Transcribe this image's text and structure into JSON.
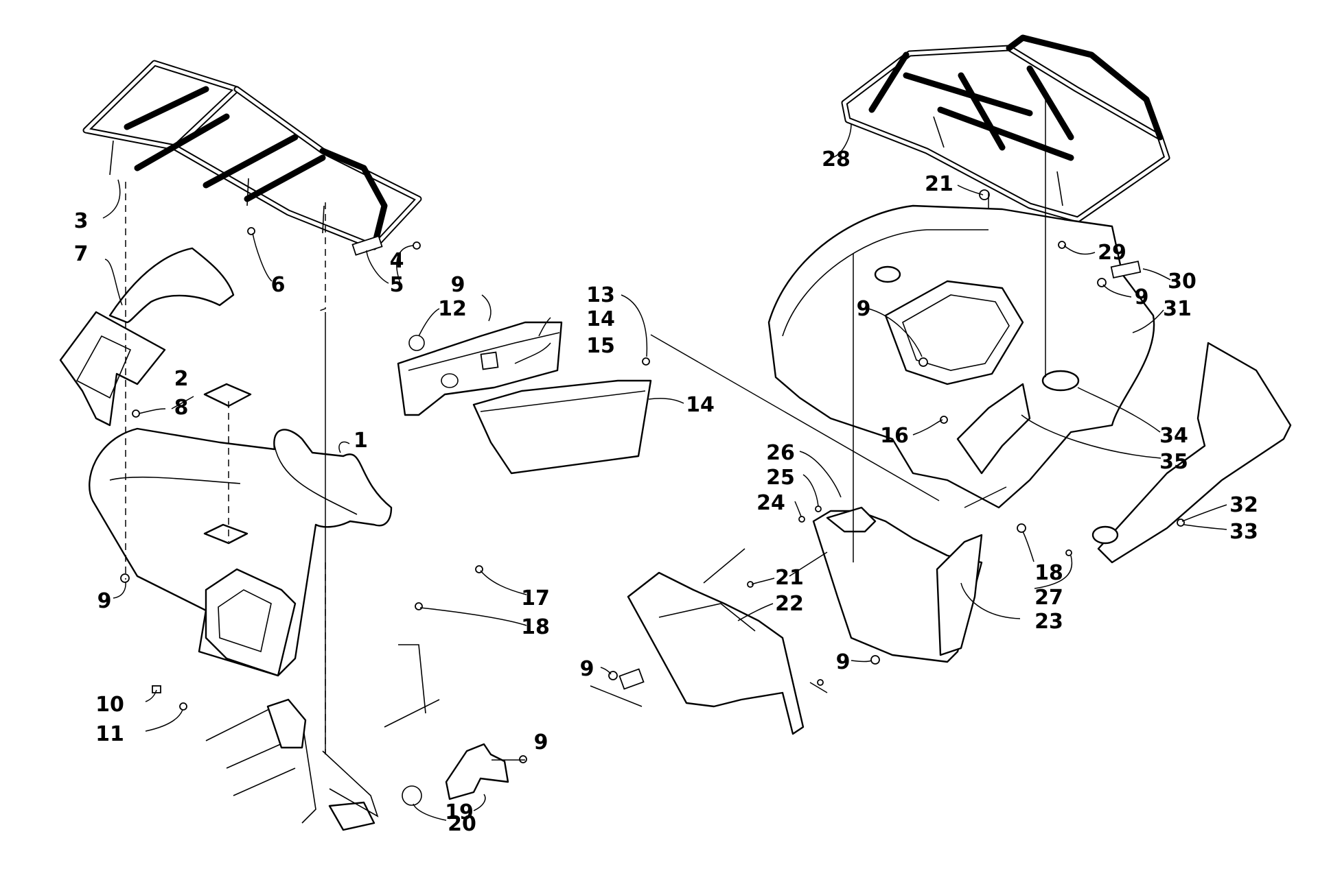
{
  "callouts": [
    {
      "id": "c1",
      "text": "1"
    },
    {
      "id": "c2",
      "text": "2"
    },
    {
      "id": "c3",
      "text": "3"
    },
    {
      "id": "c4",
      "text": "4"
    },
    {
      "id": "c5",
      "text": "5"
    },
    {
      "id": "c6",
      "text": "6"
    },
    {
      "id": "c7",
      "text": "7"
    },
    {
      "id": "c8",
      "text": "8"
    },
    {
      "id": "c9a",
      "text": "9"
    },
    {
      "id": "c10",
      "text": "10"
    },
    {
      "id": "c11",
      "text": "11"
    },
    {
      "id": "c17",
      "text": "17"
    },
    {
      "id": "c18a",
      "text": "18"
    },
    {
      "id": "c9b",
      "text": "9"
    },
    {
      "id": "c19",
      "text": "19"
    },
    {
      "id": "c20",
      "text": "20"
    },
    {
      "id": "c9c",
      "text": "9"
    },
    {
      "id": "c12",
      "text": "12"
    },
    {
      "id": "c13",
      "text": "13"
    },
    {
      "id": "c14a",
      "text": "14"
    },
    {
      "id": "c15",
      "text": "15"
    },
    {
      "id": "c14b",
      "text": "14"
    },
    {
      "id": "c28",
      "text": "28"
    },
    {
      "id": "c21a",
      "text": "21"
    },
    {
      "id": "c29",
      "text": "29"
    },
    {
      "id": "c30",
      "text": "30"
    },
    {
      "id": "c9d",
      "text": "9"
    },
    {
      "id": "c9e",
      "text": "9"
    },
    {
      "id": "c31",
      "text": "31"
    },
    {
      "id": "c16",
      "text": "16"
    },
    {
      "id": "c34",
      "text": "34"
    },
    {
      "id": "c35",
      "text": "35"
    },
    {
      "id": "c26",
      "text": "26"
    },
    {
      "id": "c25",
      "text": "25"
    },
    {
      "id": "c24",
      "text": "24"
    },
    {
      "id": "c32",
      "text": "32"
    },
    {
      "id": "c33",
      "text": "33"
    },
    {
      "id": "c21b",
      "text": "21"
    },
    {
      "id": "c22",
      "text": "22"
    },
    {
      "id": "c18b",
      "text": "18"
    },
    {
      "id": "c27",
      "text": "27"
    },
    {
      "id": "c23",
      "text": "23"
    },
    {
      "id": "c9f",
      "text": "9"
    },
    {
      "id": "c9g",
      "text": "9"
    }
  ]
}
